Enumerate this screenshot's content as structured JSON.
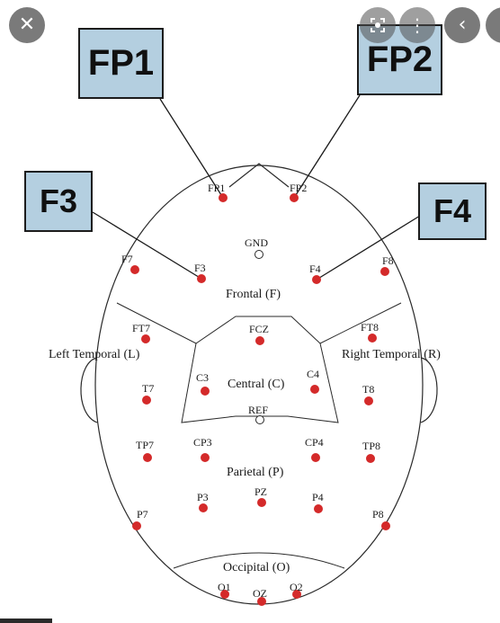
{
  "callouts": {
    "fp1": "FP1",
    "fp2": "FP2",
    "f3": "F3",
    "f4": "F4"
  },
  "regions": {
    "frontal": "Frontal (F)",
    "central": "Central (C)",
    "parietal": "Parietal (P)",
    "occipital": "Occipital (O)",
    "left_temporal": "Left Temporal (L)",
    "right_temporal": "Right Temporal (R)"
  },
  "electrodes": {
    "FP1": "FP1",
    "FP2": "FP2",
    "F7": "F7",
    "F3": "F3",
    "F4": "F4",
    "F8": "F8",
    "FT7": "FT7",
    "FCZ": "FCZ",
    "FT8": "FT8",
    "T7": "T7",
    "C3": "C3",
    "C4": "C4",
    "T8": "T8",
    "TP7": "TP7",
    "CP3": "CP3",
    "CP4": "CP4",
    "TP8": "TP8",
    "P7": "P7",
    "P3": "P3",
    "PZ": "PZ",
    "P4": "P4",
    "P8": "P8",
    "O1": "O1",
    "OZ": "OZ",
    "O2": "O2"
  },
  "references": {
    "gnd": "GND",
    "ref": "REF"
  },
  "colors": {
    "electrode": "#d42a2a",
    "callout_fill": "#b4cfe0",
    "line": "#2a2a2a"
  },
  "overlay": {
    "close_icon": "close-icon",
    "lens_icon": "lens-icon",
    "more_icon": "more-vertical-icon",
    "back_icon": "chevron-left-icon"
  }
}
